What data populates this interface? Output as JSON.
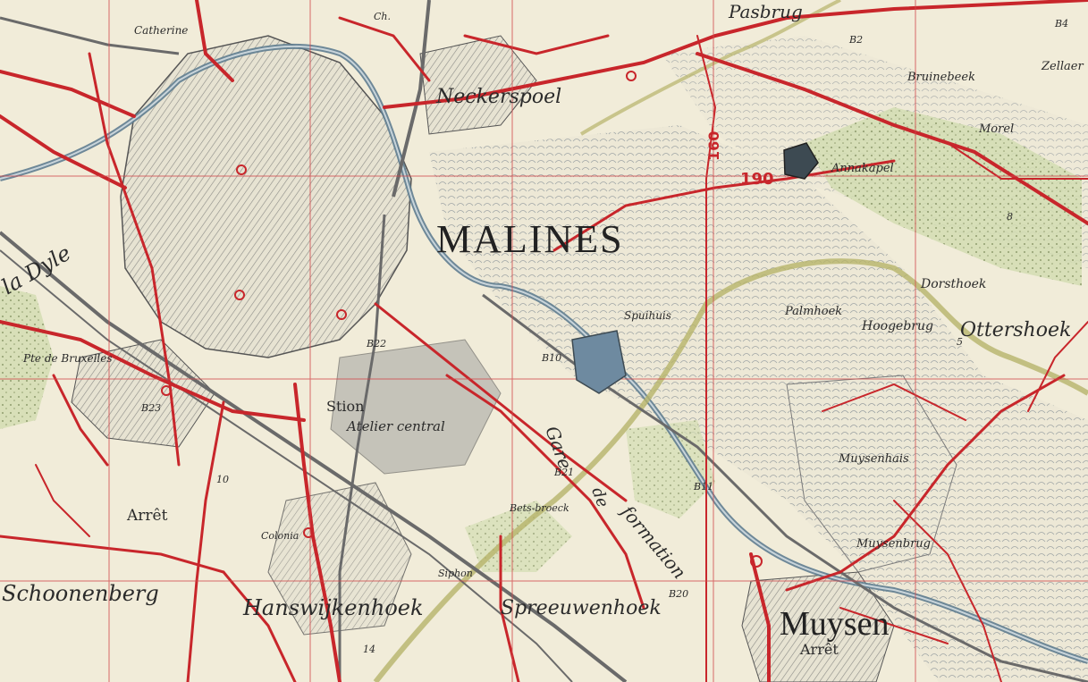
{
  "colors": {
    "paper": "#f1ecd9",
    "road_red": "#c8262b",
    "river_blue_gray": "#5f7d90",
    "town_gray": "#9a9a9a",
    "vegetation_green": "#c9d7a3",
    "canal_olive": "#b7b46a",
    "ink": "#2b2b2b"
  },
  "labels": {
    "city": "MALINES",
    "pasbrug": "Pasbrug",
    "neckerspoel": "Neckerspoel",
    "dyle": "la Dyle",
    "pte_bruxelles": "Pte de Bruxelles",
    "ste_catherine": "Catherine",
    "ottershoek": "Ottershoek",
    "annakapel": "Annakapel",
    "bruinebeek": "Bruinebeek",
    "zellaer": "Zellaer",
    "morel": "Morel",
    "dorsthoek": "Dorsthoek",
    "hoogebrug": "Hoogebrug",
    "palmhoek": "Palmhoek",
    "spuihuis": "Spuihuis",
    "atelier_central": "Atelier central",
    "gare": "Gare",
    "de": "de",
    "formation": "formation",
    "muysenhaus": "Muysenhais",
    "muysenbrug": "Muysenbrug",
    "muysen": "Muysen",
    "arret": "Arrêt",
    "arret_muysen": "Arrêt",
    "schoonenberg": "Schoonenberg",
    "hanswijkenhoek": "Hanswijkenhoek",
    "spreeuwenhoek": "Spreeuwenhoek",
    "colonia": "Colonia",
    "siphon": "Siphon",
    "bets_broeck": "Bets-broeck",
    "station": "Stion",
    "ch_nekkerspoel": "Ch.",
    "b20": "B20",
    "b22": "B22",
    "b23": "B23",
    "b21": "B21",
    "b10": "B10",
    "b11": "B11",
    "b4": "B4",
    "b2": "B2",
    "n10": "10",
    "n14": "14",
    "n5": "5",
    "n8": "8",
    "grid_160": "160",
    "grid_190": "190"
  },
  "icons": {
    "fort": "pentagon-fort-icon",
    "church": "circle-church-icon"
  }
}
